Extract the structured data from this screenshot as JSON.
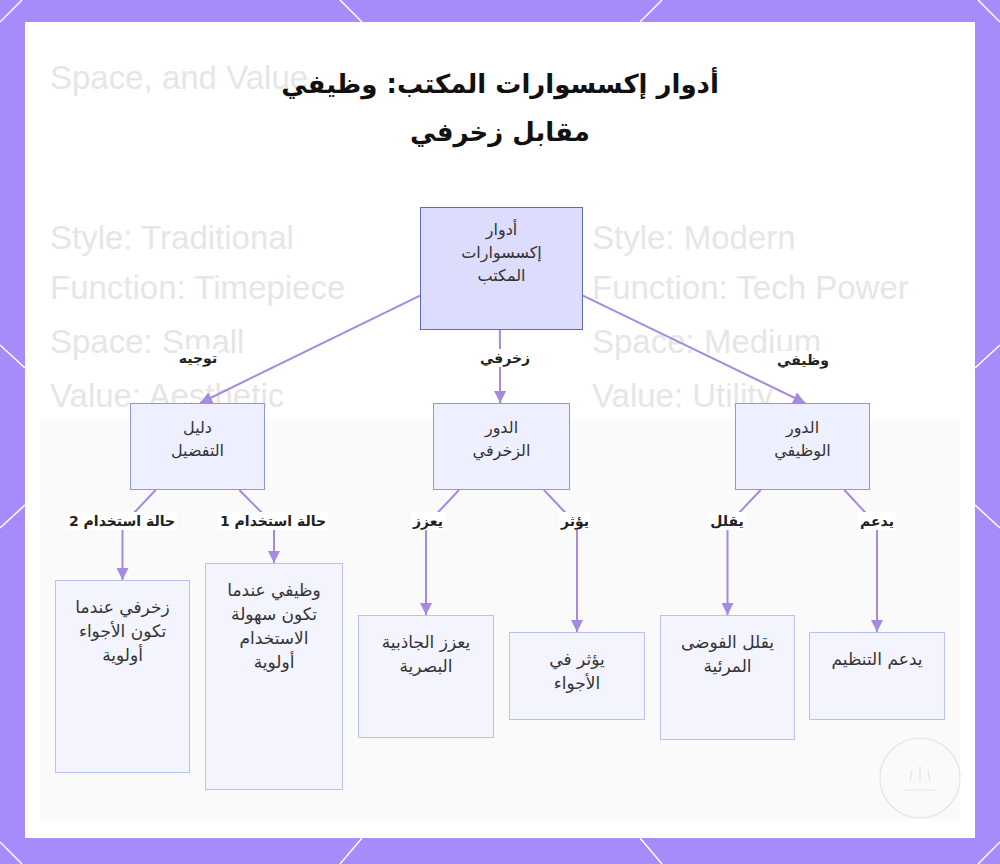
{
  "diagram": {
    "title": "أدوار إكسسوارات المكتب: وظيفي مقابل زخرفي",
    "nodes": [
      {
        "text": [
          "أدوار إكسسوارات المكتب"
        ]
      },
      {
        "text": [
          "الدور الوظيفي"
        ]
      },
      {
        "text": [
          "الدور الزخرفي"
        ]
      },
      {
        "text": [
          "دليل التفضيل"
        ]
      },
      {
        "text": [
          "يدعم التنظيم"
        ]
      },
      {
        "text": [
          "يقلل الفوضى المرئية"
        ]
      },
      {
        "text": [
          "يؤثر في الأجواء"
        ]
      },
      {
        "text": [
          "يعزز الجاذبية البصرية"
        ]
      },
      {
        "text": [
          "وظيفي عندما تكون سهولة الاستخدام أولوية"
        ]
      },
      {
        "text": [
          "زخرفي عندما تكون الأجواء أولوية"
        ]
      }
    ],
    "edges": [
      {
        "from": 0,
        "to": 1,
        "label": "وظيفي",
        "arrow": "to"
      },
      {
        "from": 0,
        "to": 2,
        "label": "زخرفي",
        "arrow": "to"
      },
      {
        "from": 0,
        "to": 3,
        "label": "توجيه",
        "arrow": "to"
      },
      {
        "from": 1,
        "to": 4,
        "label": "يدعم",
        "arrow": "to"
      },
      {
        "from": 1,
        "to": 5,
        "label": "يقلل",
        "arrow": "to"
      },
      {
        "from": 2,
        "to": 6,
        "label": "يؤثر",
        "arrow": "to"
      },
      {
        "from": 2,
        "to": 7,
        "label": "يعزز",
        "arrow": "to"
      },
      {
        "from": 3,
        "to": 8,
        "label": "حالة استخدام 1",
        "arrow": "to"
      },
      {
        "from": 3,
        "to": 9,
        "label": "حالة استخدام 2",
        "arrow": "to"
      }
    ],
    "labels": [
      "Space, and Value",
      "Style: Traditional",
      "Function: Timepiece",
      "Space: Small",
      "Value: Aesthetic",
      "Style: Modern",
      "Function: Tech Power",
      "Space: Medium",
      "Value: Utility"
    ]
  }
}
